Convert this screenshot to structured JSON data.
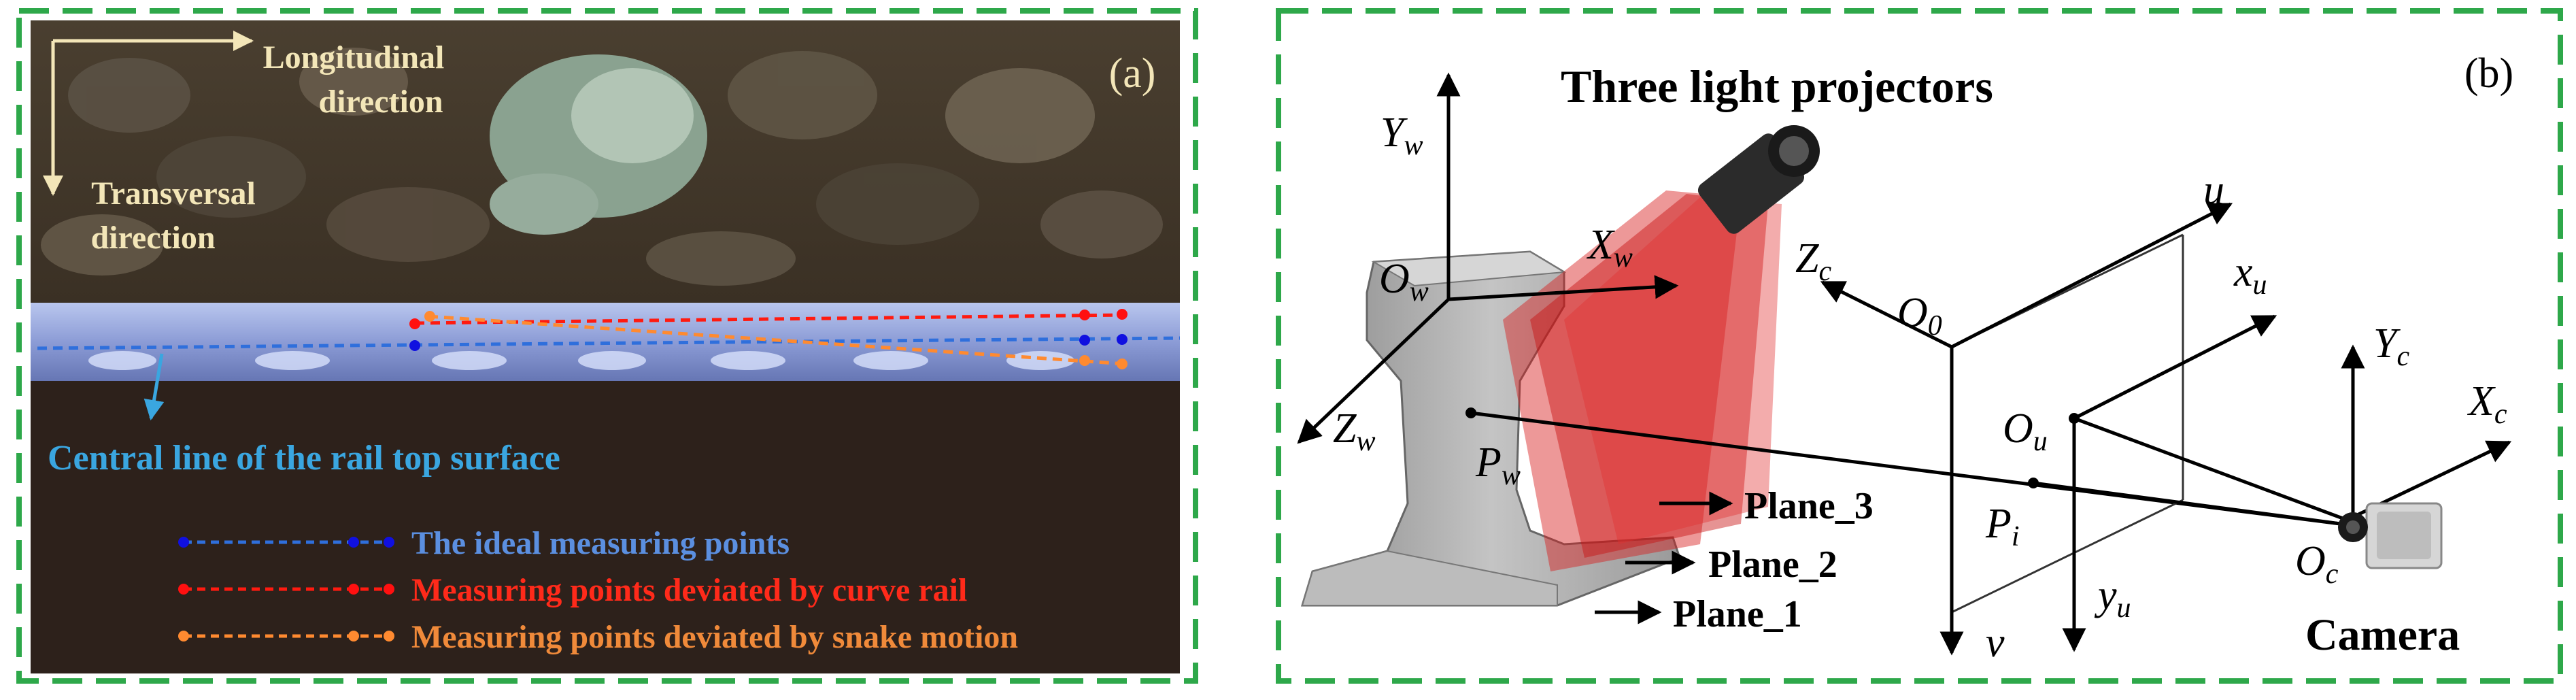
{
  "panel_a": {
    "label": "(a)",
    "direction_longitudinal_line1": "Longitudinal",
    "direction_longitudinal_line2": "direction",
    "direction_transversal_line1": "Transversal",
    "direction_transversal_line2": "direction",
    "central_line_label": "Central line of the rail top surface",
    "legend": [
      {
        "text": "The ideal measuring points",
        "color": "#5b8fe0",
        "dot": "#1010e0"
      },
      {
        "text": "Measuring points deviated by curve rail",
        "color": "#ff2a1a",
        "dot": "#ff1010"
      },
      {
        "text": "Measuring points deviated by snake motion",
        "color": "#f08a3a",
        "dot": "#ff8a30"
      }
    ],
    "colors": {
      "frame": "#2ea84a",
      "ballast_dark": "#3b3226",
      "soil": "#2d211b",
      "rail_band": "#8fa0d8",
      "label": "#f3e6b8",
      "central": "#3aa6e0"
    }
  },
  "panel_b": {
    "label": "(b)",
    "title": "Three light projectors",
    "world_axes": {
      "origin": "O",
      "origin_sub": "w",
      "y": "Y",
      "y_sub": "w",
      "x": "X",
      "x_sub": "w",
      "z": "Z",
      "z_sub": "w"
    },
    "point_world": {
      "main": "P",
      "sub": "w"
    },
    "image_plane": {
      "o0": "O",
      "o0_sub": "0",
      "u": "u",
      "v": "v",
      "ou": "O",
      "ou_sub": "u",
      "xu": "x",
      "xu_sub": "u",
      "yu": "y",
      "yu_sub": "u",
      "pi": "P",
      "pi_sub": "i"
    },
    "camera_axes": {
      "zc": "Z",
      "zc_sub": "c",
      "yc": "Y",
      "yc_sub": "c",
      "xc": "X",
      "xc_sub": "c",
      "oc": "O",
      "oc_sub": "c"
    },
    "planes": [
      "Plane_3",
      "Plane_2",
      "Plane_1"
    ],
    "camera_label": "Camera",
    "colors": {
      "frame": "#2ea84a",
      "light": "#d81a1a",
      "rail": "#a7a7a7"
    }
  }
}
